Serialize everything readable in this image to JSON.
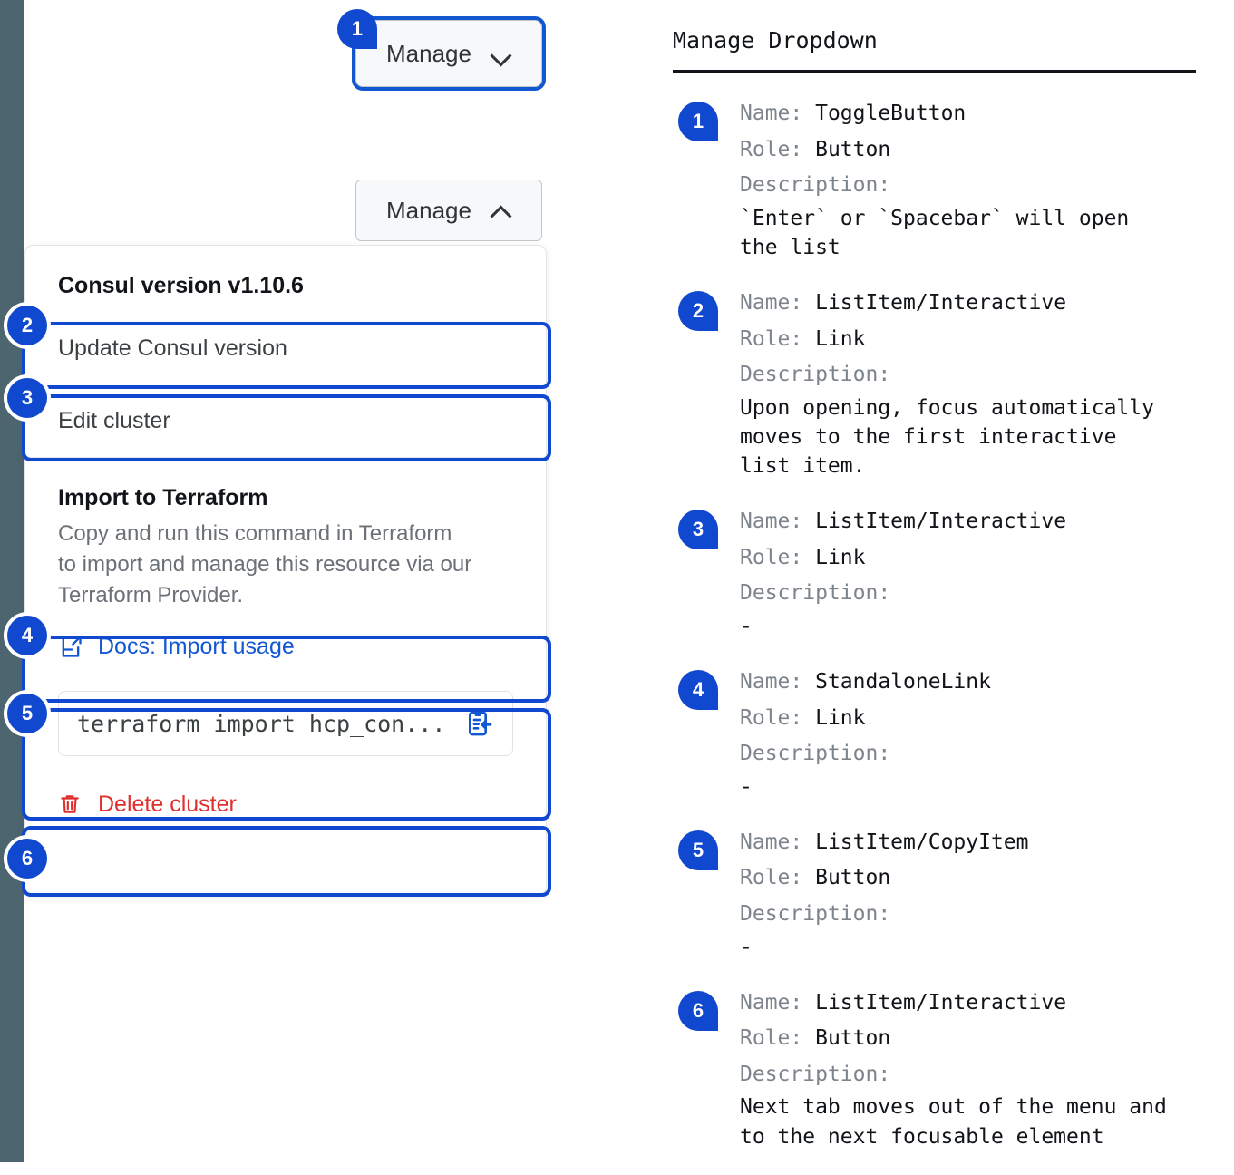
{
  "left_panel": {
    "toggle_button_focused": {
      "label": "Manage",
      "icon": "chevron-down-icon"
    },
    "toggle_button_open": {
      "label": "Manage",
      "icon": "chevron-up-icon"
    },
    "dropdown": {
      "version_header": "Consul version v1.10.6",
      "items": [
        {
          "label": "Update Consul version"
        },
        {
          "label": "Edit cluster"
        }
      ],
      "import_section": {
        "title": "Import to Terraform",
        "body": "Copy and run this command in Terraform to import and manage this resource via our Terraform Provider.",
        "docs_link": "Docs: Import usage",
        "docs_icon": "external-link-doc-icon",
        "command": "terraform import hcp_con...",
        "copy_icon": "clipboard-copy-icon"
      },
      "delete": {
        "label": "Delete cluster",
        "icon": "trash-icon",
        "color": "#e02f2f"
      }
    },
    "markers": [
      "1",
      "2",
      "3",
      "4",
      "5",
      "6"
    ]
  },
  "spec_panel": {
    "title": "Manage Dropdown",
    "labels": {
      "name": "Name:",
      "role": "Role:",
      "description": "Description:"
    },
    "entries": [
      {
        "marker": "1",
        "name": "ToggleButton",
        "role": "Button",
        "description": [
          "`Enter` or `Spacebar` will open",
          "the list"
        ]
      },
      {
        "marker": "2",
        "name": "ListItem/Interactive",
        "role": "Link",
        "description": [
          "Upon opening, focus automatically",
          "moves to the first interactive",
          "list item."
        ]
      },
      {
        "marker": "3",
        "name": "ListItem/Interactive",
        "role": "Link",
        "description": [
          "-"
        ]
      },
      {
        "marker": "4",
        "name": "StandaloneLink",
        "role": "Link",
        "description": [
          "-"
        ]
      },
      {
        "marker": "5",
        "name": "ListItem/CopyItem",
        "role": "Button",
        "description": [
          "-"
        ]
      },
      {
        "marker": "6",
        "name": "ListItem/Interactive",
        "role": "Button",
        "description": [
          "Next tab moves out of the menu and",
          "to the next focusable element"
        ]
      }
    ]
  },
  "colors": {
    "accent_blue": "#1048cf",
    "link_blue": "#1257d3",
    "danger_red": "#e02f2f",
    "sidebar_strip": "#4c656e"
  }
}
